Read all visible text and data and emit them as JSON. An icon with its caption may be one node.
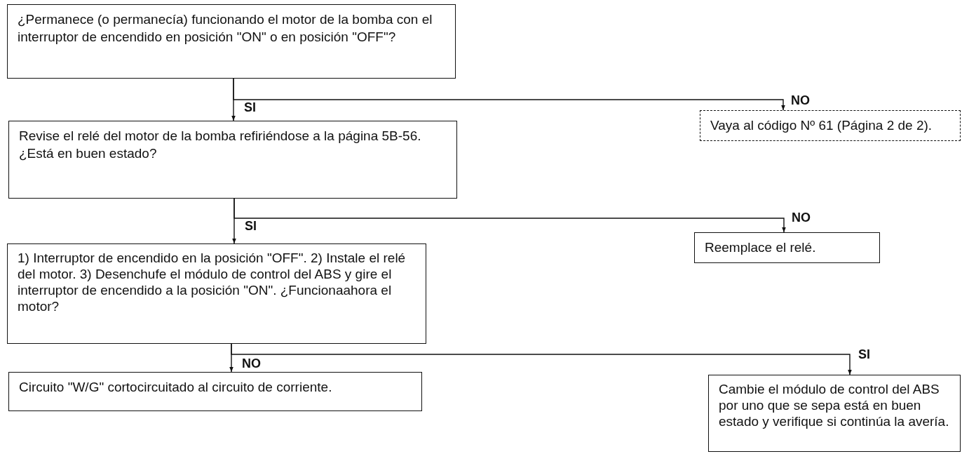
{
  "diagram": {
    "nodes": [
      {
        "text": [
          "¿Permanece (o permanecía) funcionando el motor de la bomba con el interruptor de encendido en posición \"ON\" o en posición \"OFF\"?"
        ]
      },
      {
        "text": [
          "Revise el relé del motor de la bomba refiriéndose a la página 5B-56. ¿Está en buen estado?"
        ]
      },
      {
        "text": [
          "Vaya al código Nº 61 (Página 2 de 2)."
        ]
      },
      {
        "text": [
          "1) Interruptor de encendido en la posición \"OFF\". 2) Instale el relé del motor. 3) Desenchufe el módulo de control del ABS y gire el interruptor de encendido a la posición \"ON\". ¿Funcionaahora el motor?"
        ]
      },
      {
        "text": [
          "Reemplace el relé."
        ]
      },
      {
        "text": [
          "Circuito \"W/G\" cortocircuitado al circuito de corriente."
        ]
      },
      {
        "text": [
          "Cambie el módulo de control del ABS por uno que se sepa está en buen estado y verifique si continúa la avería."
        ]
      }
    ],
    "edges": [
      {
        "from": 0,
        "to": 1,
        "arrow": "to",
        "label": "SI"
      },
      {
        "from": 0,
        "to": 2,
        "arrow": "to",
        "label": "NO"
      },
      {
        "from": 1,
        "to": 3,
        "arrow": "to",
        "label": "SI"
      },
      {
        "from": 1,
        "to": 4,
        "arrow": "to",
        "label": "NO"
      },
      {
        "from": 3,
        "to": 5,
        "arrow": "to",
        "label": "NO"
      },
      {
        "from": 3,
        "to": 6,
        "arrow": "to",
        "label": "SI"
      }
    ]
  }
}
